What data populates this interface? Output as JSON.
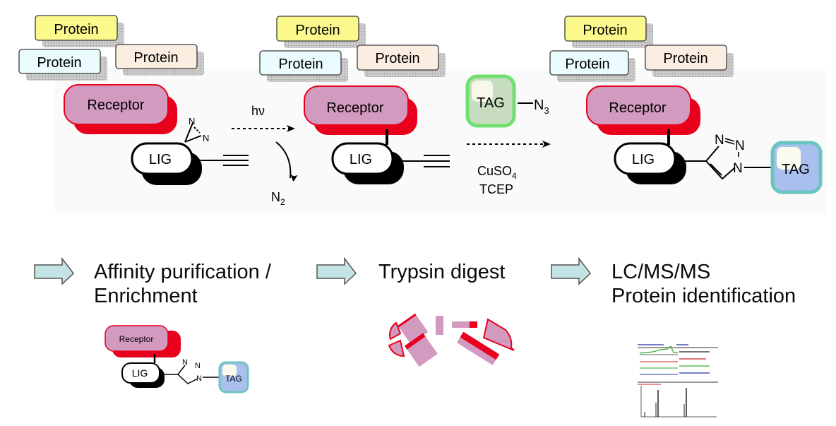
{
  "top_scheme": {
    "stages": [
      {
        "proteins": [
          "Protein",
          "Protein",
          "Protein"
        ],
        "receptor": "Receptor",
        "ligand": "LIG",
        "diazirine_atoms": [
          "N",
          "N"
        ]
      },
      {
        "proteins": [
          "Protein",
          "Protein",
          "Protein"
        ],
        "receptor": "Receptor",
        "ligand": "LIG"
      },
      {
        "proteins": [
          "Protein",
          "Protein",
          "Protein"
        ],
        "receptor": "Receptor",
        "ligand": "LIG",
        "triazole_atoms": [
          "N",
          "N",
          "N"
        ],
        "tag": "TAG"
      }
    ],
    "step1": {
      "condition": "hν",
      "byproduct": "N",
      "byproduct_subscript": "2"
    },
    "step2": {
      "reagent_tag": "TAG",
      "reagent_group": "N",
      "reagent_group_subscript": "3",
      "catalyst": "CuSO",
      "catalyst_subscript": "4",
      "reductant": "TCEP"
    }
  },
  "workflow": [
    {
      "line1": "Affinity purification /",
      "line2": "Enrichment",
      "thumb": {
        "receptor": "Receptor",
        "ligand": "LIG",
        "tag": "TAG",
        "triazole_atoms": [
          "N",
          "N",
          "N"
        ]
      }
    },
    {
      "line1": "Trypsin digest",
      "line2": ""
    },
    {
      "line1": "LC/MS/MS",
      "line2": "Protein identification"
    }
  ],
  "colors": {
    "protein_yellow": "#fbf98c",
    "protein_cyan": "#eafcfd",
    "protein_peach": "#fbeee0",
    "receptor_fill": "#d39ac0",
    "receptor_shadow": "#e8001c",
    "tag_green_border": "#6fe070",
    "tag_green_fill": "#c8dcc0",
    "tag_blue_border": "#6cc4c0",
    "tag_blue_fill": "#a9bfee",
    "workflow_arrow": "#c4e3e4"
  }
}
